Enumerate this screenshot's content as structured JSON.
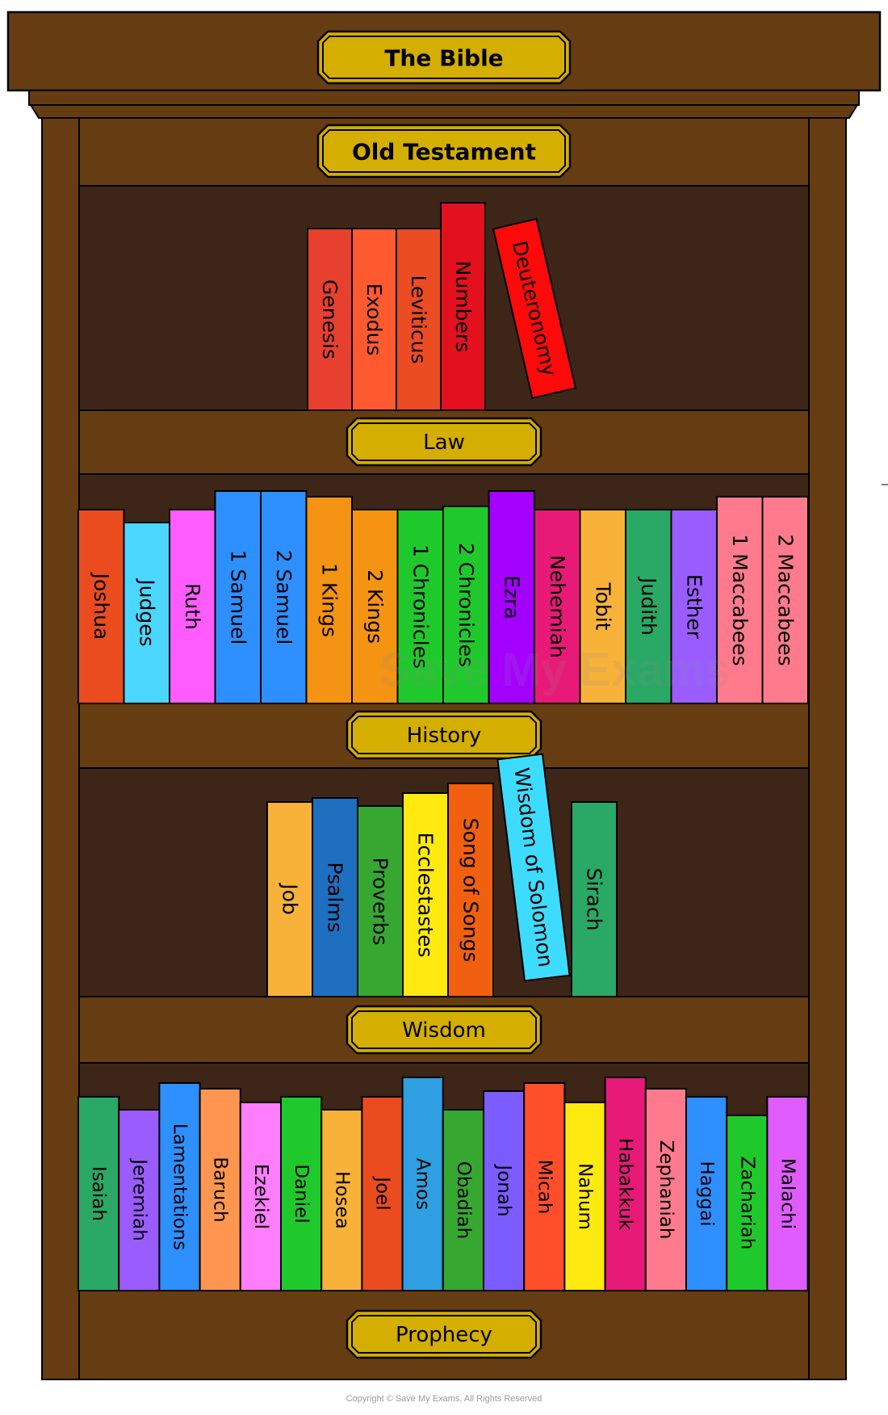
{
  "title": "The Bible",
  "testament": "Old Testament",
  "colors": {
    "wood": "#663d12",
    "wood_dark": "#5b3711",
    "back_panel": "#3d2618",
    "plaque": "#d4ae00",
    "outline": "#000000"
  },
  "shelves": [
    {
      "label": "Law",
      "books": [
        {
          "title": "Genesis",
          "color": "#e8402e"
        },
        {
          "title": "Exodus",
          "color": "#ff5a2f"
        },
        {
          "title": "Leviticus",
          "color": "#ec4c22"
        },
        {
          "title": "Numbers",
          "color": "#e3101e"
        },
        {
          "title": "Deuteronomy",
          "color": "#ff0a0a",
          "tilted": true
        }
      ]
    },
    {
      "label": "History",
      "books": [
        {
          "title": "Joshua",
          "color": "#ea4c1f"
        },
        {
          "title": "Judges",
          "color": "#4bd6ff"
        },
        {
          "title": "Ruth",
          "color": "#ff5cff"
        },
        {
          "title": "1 Samuel",
          "color": "#2e8fff"
        },
        {
          "title": "2 Samuel",
          "color": "#2e8fff"
        },
        {
          "title": "1 Kings",
          "color": "#f59312"
        },
        {
          "title": "2 Kings",
          "color": "#f59312"
        },
        {
          "title": "1 Chronicles",
          "color": "#1fc92b"
        },
        {
          "title": "2 Chronicles",
          "color": "#1fc92b"
        },
        {
          "title": "Ezra",
          "color": "#a400ff"
        },
        {
          "title": "Nehemiah",
          "color": "#e81a78"
        },
        {
          "title": "Tobit",
          "color": "#f8b23a"
        },
        {
          "title": "Judith",
          "color": "#2aa865"
        },
        {
          "title": "Esther",
          "color": "#9b5cff"
        },
        {
          "title": "1 Maccabees",
          "color": "#ff7a8c"
        },
        {
          "title": "2 Maccabees",
          "color": "#ff7a8c"
        }
      ]
    },
    {
      "label": "Wisdom",
      "books": [
        {
          "title": "Job",
          "color": "#f8b23a"
        },
        {
          "title": "Psalms",
          "color": "#1e6fc0"
        },
        {
          "title": "Proverbs",
          "color": "#36a832"
        },
        {
          "title": "Ecclestastes",
          "color": "#ffea10"
        },
        {
          "title": "Song of Songs",
          "color": "#f0600f"
        },
        {
          "title": "Wisdom of Solomon",
          "color": "#3ddcff",
          "tilted": true
        },
        {
          "title": "Sirach",
          "color": "#2aa865"
        }
      ]
    },
    {
      "label": "Prophecy",
      "books": [
        {
          "title": "Isaiah",
          "color": "#2aa865"
        },
        {
          "title": "Jeremiah",
          "color": "#9b5cff"
        },
        {
          "title": "Lamentations",
          "color": "#2e8fff"
        },
        {
          "title": "Baruch",
          "color": "#ff9650"
        },
        {
          "title": "Ezekiel",
          "color": "#ff7dff"
        },
        {
          "title": "Daniel",
          "color": "#1fc92b"
        },
        {
          "title": "Hosea",
          "color": "#f8b23a"
        },
        {
          "title": "Joel",
          "color": "#ea4c1f"
        },
        {
          "title": "Amos",
          "color": "#2e9fe0"
        },
        {
          "title": "Obadiah",
          "color": "#36a832"
        },
        {
          "title": "Jonah",
          "color": "#7b5cff"
        },
        {
          "title": "Micah",
          "color": "#ff4f2a"
        },
        {
          "title": "Nahum",
          "color": "#ffea10"
        },
        {
          "title": "Habakkuk",
          "color": "#e81a78"
        },
        {
          "title": "Zephaniah",
          "color": "#ff7a8c"
        },
        {
          "title": "Haggai",
          "color": "#2e8fff"
        },
        {
          "title": "Zachariah",
          "color": "#1fc92b"
        },
        {
          "title": "Malachi",
          "color": "#e05cff"
        }
      ]
    }
  ],
  "watermark": "Save My Exams",
  "copyright": "Copyright © Save My Exams. All Rights Reserved"
}
